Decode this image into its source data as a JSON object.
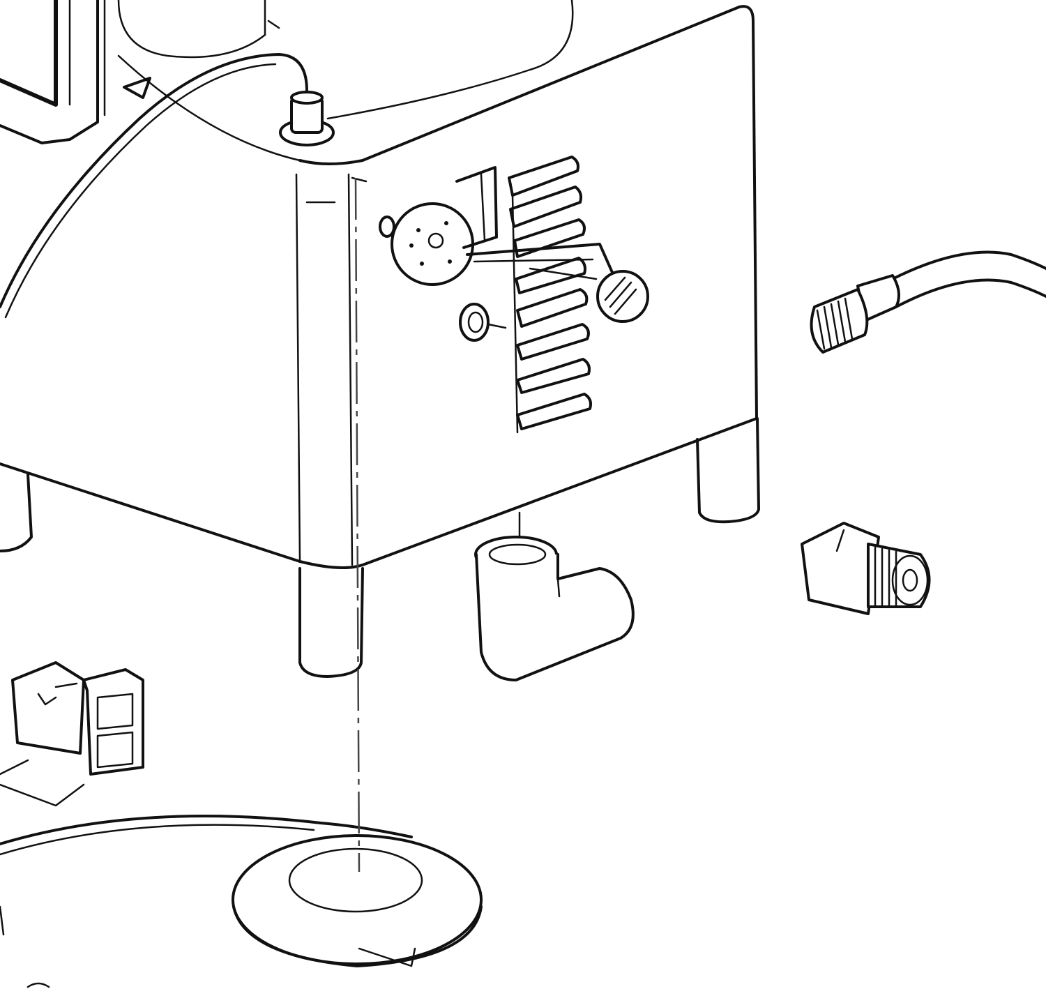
{
  "drawing": {
    "style": "exploded technical line drawing",
    "ink_color": "#111111",
    "paper_color": "#ffffff",
    "parts": [
      "pump-housing",
      "reservoir-lid",
      "pressure-gauge",
      "vent-louvers",
      "control-knob",
      "small-grommet",
      "elbow-fitting",
      "hose-with-coupler",
      "coupler-fitting",
      "connector-blocks",
      "base-disc",
      "centerline-axis"
    ]
  }
}
